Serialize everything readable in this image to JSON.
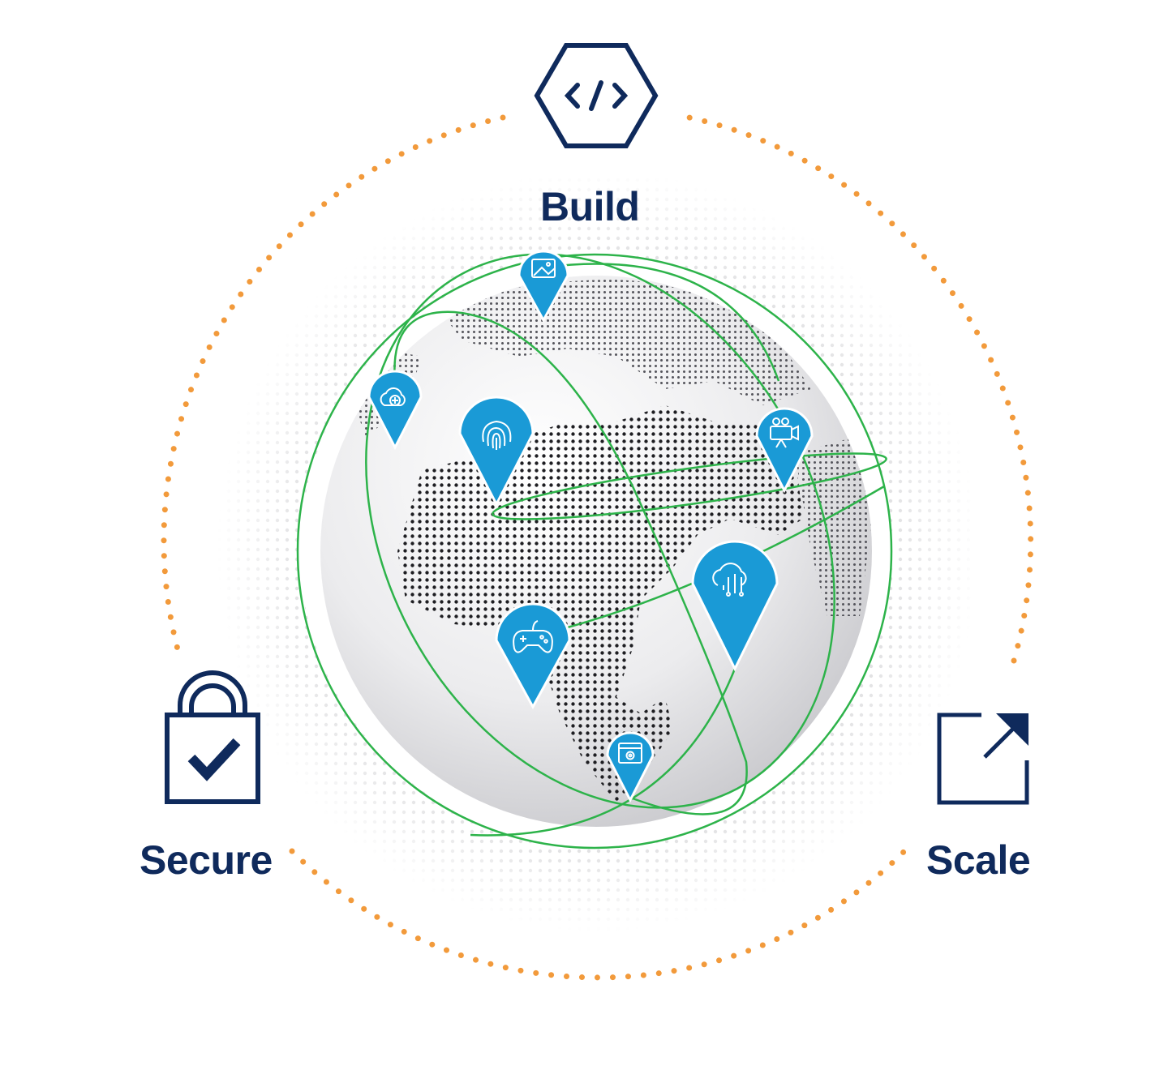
{
  "labels": {
    "build": "Build",
    "secure": "Secure",
    "scale": "Scale"
  },
  "icons": {
    "build": "code-hexagon-icon",
    "secure": "lock-check-icon",
    "scale": "expand-arrow-icon",
    "pins": [
      "image-icon",
      "cloud-plus-icon",
      "fingerprint-icon",
      "video-camera-icon",
      "cloud-ai-icon",
      "gamepad-icon",
      "settings-window-icon"
    ]
  },
  "colors": {
    "navy": "#0f2a5c",
    "orange": "#f29a3b",
    "green": "#2db34a",
    "pin_blue": "#1a9ad6"
  }
}
